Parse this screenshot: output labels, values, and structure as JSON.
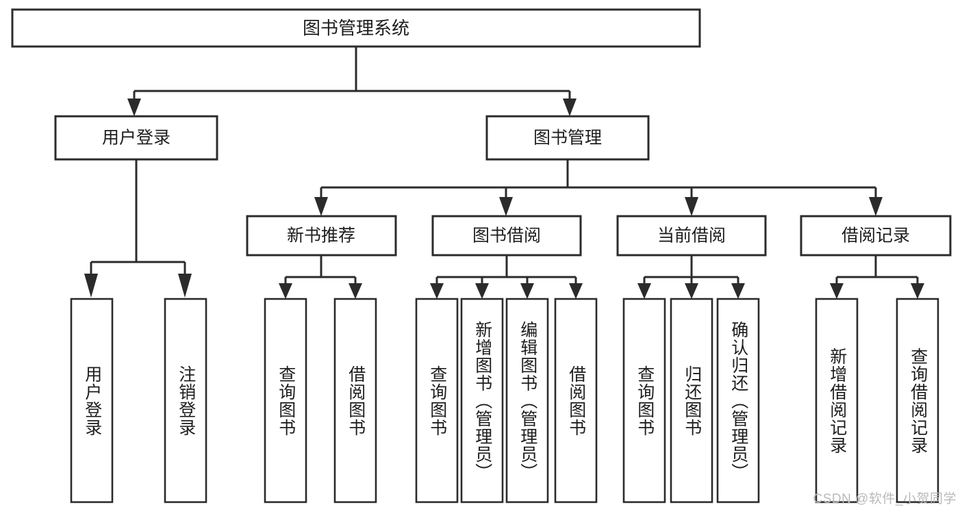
{
  "diagram": {
    "title": "图书管理系统",
    "type": "tree-hierarchy-diagram",
    "colors": {
      "box_fill": "#ffffff",
      "box_stroke": "#2b2b2b",
      "line": "#2b2b2b",
      "text": "#1d1d1d",
      "watermark": "#b9b9b9",
      "background": "#ffffff"
    },
    "root": {
      "label": "图书管理系统"
    },
    "level2": [
      {
        "label": "用户登录"
      },
      {
        "label": "图书管理"
      }
    ],
    "level3": [
      {
        "label": "新书推荐"
      },
      {
        "label": "图书借阅"
      },
      {
        "label": "当前借阅"
      },
      {
        "label": "借阅记录"
      }
    ],
    "leaves": {
      "user_login": [
        {
          "label": "用户登录"
        },
        {
          "label": "注销登录"
        }
      ],
      "new_book_recommend": [
        {
          "label": "查询图书"
        },
        {
          "label": "借阅图书"
        }
      ],
      "book_borrow": [
        {
          "label": "查询图书"
        },
        {
          "label": "新增图书（管理员）"
        },
        {
          "label": "编辑图书（管理员）"
        },
        {
          "label": "借阅图书"
        }
      ],
      "current_borrow": [
        {
          "label": "查询图书"
        },
        {
          "label": "归还图书"
        },
        {
          "label": "确认归还（管理员）"
        }
      ],
      "borrow_record": [
        {
          "label": "新增借阅记录"
        },
        {
          "label": "查询借阅记录"
        }
      ]
    }
  },
  "watermark": {
    "text": "CSDN @软件_小贺同学"
  }
}
